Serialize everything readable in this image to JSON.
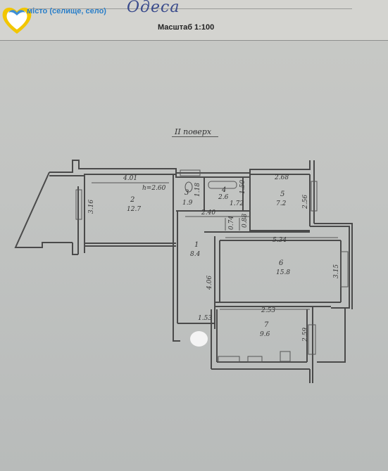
{
  "header": {
    "city_label": "місто (селище, село)",
    "city_value": "Одеса",
    "scale": "Масштаб 1:100"
  },
  "plan": {
    "floor_label": "II поверх",
    "rooms": [
      {
        "num": "1",
        "area": "8.4"
      },
      {
        "num": "2",
        "area": "12.7"
      },
      {
        "num": "3",
        "area": "1.9"
      },
      {
        "num": "4",
        "area": "2.6"
      },
      {
        "num": "5",
        "area": "7.2"
      },
      {
        "num": "6",
        "area": "15.8"
      },
      {
        "num": "7",
        "area": "9.6"
      }
    ],
    "dims": {
      "d401": "4.01",
      "h260": "h=2.60",
      "d316": "3.16",
      "d118": "1.18",
      "d150": "1.50",
      "d172": "1.72",
      "d240": "2.40",
      "d268": "2.68",
      "d256": "2.56",
      "d074": "0.74",
      "d088": "0.88",
      "d534": "5.34",
      "d315": "3.15",
      "d406": "4.06",
      "d153": "1.53",
      "d253": "2.53",
      "d259": "2.59"
    }
  },
  "colors": {
    "wall": "#5a5a5a",
    "line": "#4a4a4a",
    "logo_yellow": "#f2c600",
    "logo_blue": "#3d8fd6"
  }
}
